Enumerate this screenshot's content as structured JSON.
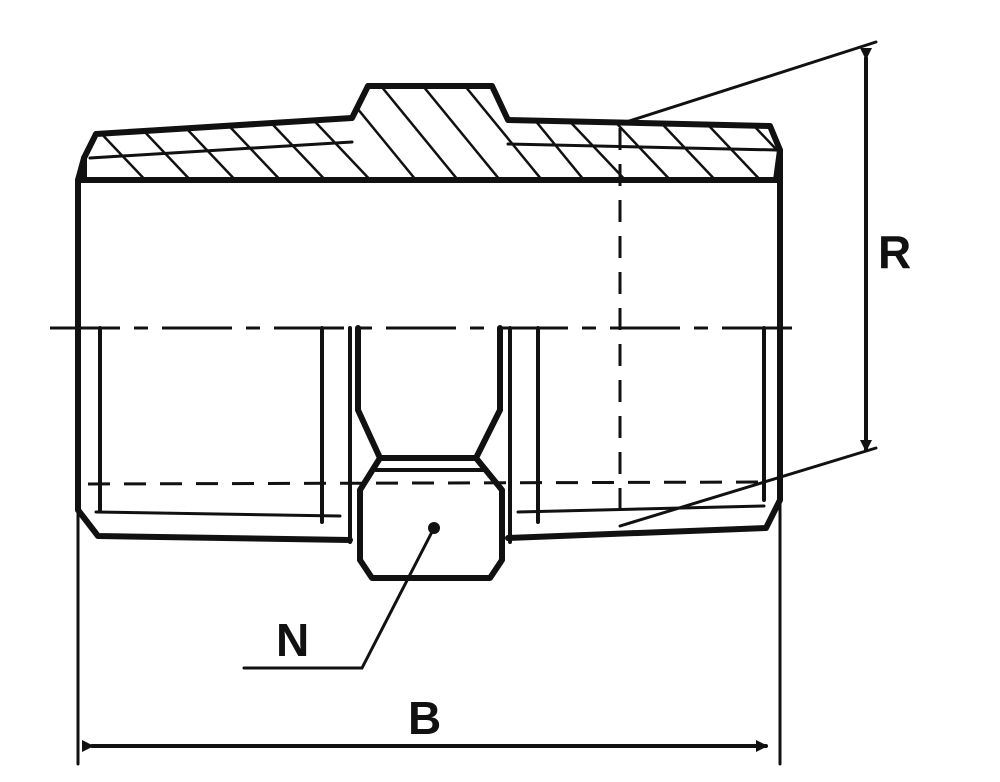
{
  "diagram": {
    "labels": {
      "R": "R",
      "N": "N",
      "B": "B"
    }
  }
}
